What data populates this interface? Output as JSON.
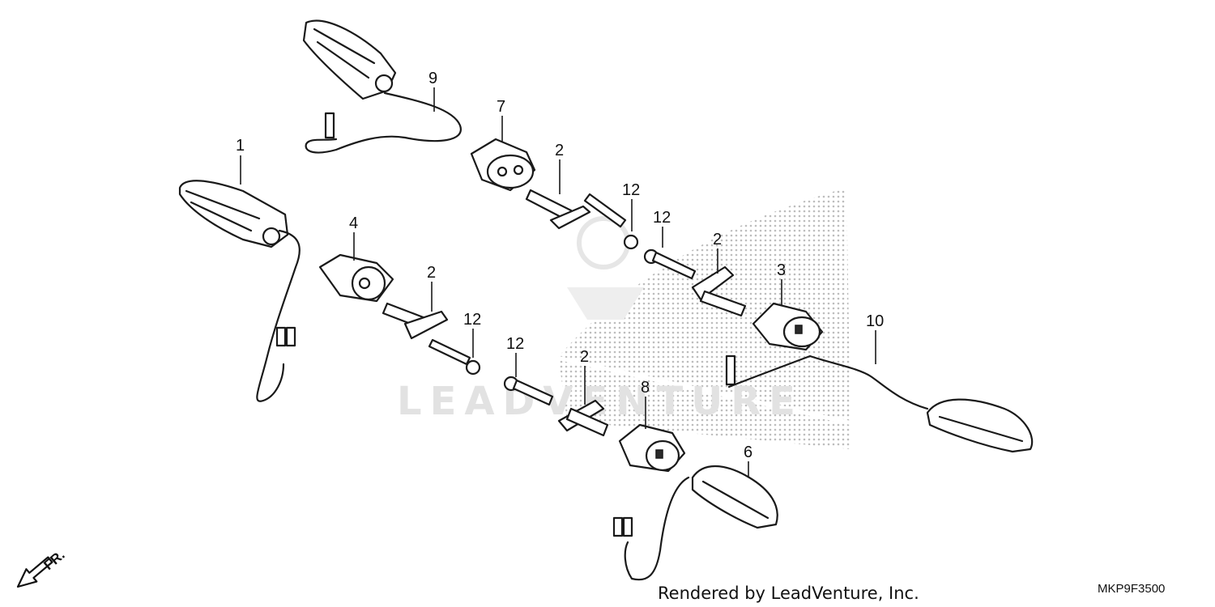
{
  "callouts": [
    {
      "label": "1"
    },
    {
      "label": "9"
    },
    {
      "label": "7"
    },
    {
      "label": "2"
    },
    {
      "label": "12"
    },
    {
      "label": "12"
    },
    {
      "label": "2"
    },
    {
      "label": "4"
    },
    {
      "label": "2"
    },
    {
      "label": "12"
    },
    {
      "label": "3"
    },
    {
      "label": "10"
    },
    {
      "label": "12"
    },
    {
      "label": "2"
    },
    {
      "label": "8"
    },
    {
      "label": "6"
    }
  ],
  "footer": {
    "credit": "Rendered by LeadVenture, Inc.",
    "diagram_code": "MKP9F3500"
  },
  "direction_marker": {
    "label": "FR.",
    "icon": "front-direction-arrow-icon"
  },
  "watermark": {
    "text": "LEADVENTURE",
    "icon": "honda-wing-logo-icon"
  }
}
